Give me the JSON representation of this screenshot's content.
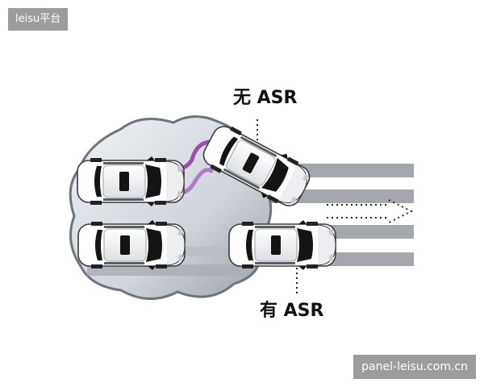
{
  "watermarks": {
    "top_left": "leisu平台",
    "bottom_right": "panel-leisu.com.cn"
  },
  "labels": {
    "without_asr": "无 ASR",
    "with_asr": "有 ASR"
  },
  "colors": {
    "road_stripe": "#a4a7ab",
    "slip_zone": "#d3d8df",
    "slip_outline": "#6f747b",
    "car_body": "#ffffff",
    "car_glass": "#141414",
    "skid_trail": "#9a4fb0",
    "arrow": "#222222"
  }
}
